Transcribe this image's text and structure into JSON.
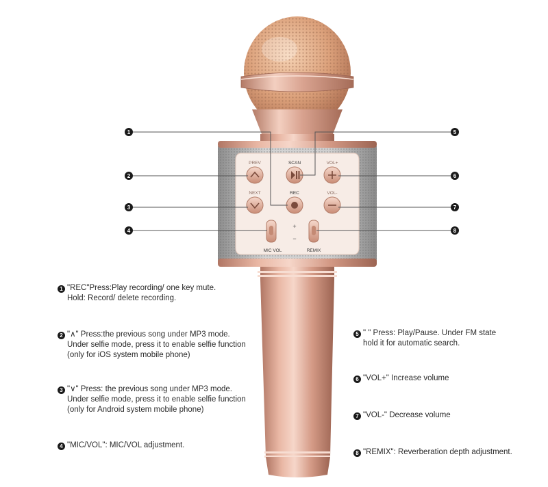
{
  "device": {
    "labels": {
      "prev": "PREV",
      "scan": "SCAN",
      "vol_plus": "VOL+",
      "next": "NEXT",
      "rec": "REC",
      "vol_minus": "VOL-",
      "mic_vol": "MIC VOL",
      "remix": "REMIX",
      "plus": "+",
      "minus": "−"
    },
    "colors": {
      "rose_gold": "#d8a08c",
      "rose_gold_dark": "#b57d6a",
      "grille": "#bfbfbf",
      "panel": "#f7ece6"
    }
  },
  "callouts": [
    "1",
    "2",
    "3",
    "4",
    "5",
    "6",
    "7",
    "8"
  ],
  "descriptions": [
    {
      "num": "1",
      "lines": [
        "\"REC\"Press:Play recording/ one key mute.",
        "Hold: Record/ delete recording."
      ]
    },
    {
      "num": "2",
      "lines": [
        "\"∧\" Press:the previous song under MP3 mode.",
        "Under selfie mode, press it to enable selfie function",
        "(only for iOS system mobile phone)"
      ]
    },
    {
      "num": "3",
      "lines": [
        "\"∨\" Press: the previous song under MP3 mode.",
        "Under selfie mode, press it to enable selfie function",
        "(only for Android system mobile phone)"
      ]
    },
    {
      "num": "4",
      "lines": [
        "\"MIC/VOL\": MIC/VOL adjustment."
      ]
    },
    {
      "num": "5",
      "lines": [
        "\"       \" Press: Play/Pause. Under FM state",
        "hold it for automatic search."
      ]
    },
    {
      "num": "6",
      "lines": [
        "\"VOL+\" Increase volume"
      ]
    },
    {
      "num": "7",
      "lines": [
        "\"VOL-\" Decrease volume"
      ]
    },
    {
      "num": "8",
      "lines": [
        "\"REMIX\": Reverberation depth adjustment."
      ]
    }
  ]
}
